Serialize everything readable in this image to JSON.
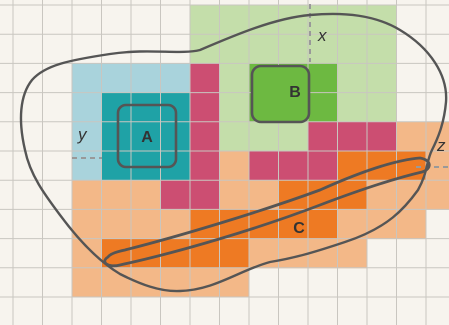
{
  "grid": {
    "columns": 16,
    "rows": 11,
    "background_color": "#f7f4ee",
    "line_color": "#c9c6c0"
  },
  "colors": {
    "light_blue": "#a9d3dc",
    "teal": "#1fa2a6",
    "light_green": "#c4deaa",
    "green": "#6db941",
    "pink": "#cc4e72",
    "light_orange": "#f3b888",
    "orange": "#ee7a23",
    "outline": "#555555",
    "axis_dash": "#999999"
  },
  "cells": [
    {
      "x": 6,
      "y": 0,
      "c": "light_green"
    },
    {
      "x": 7,
      "y": 0,
      "c": "light_green"
    },
    {
      "x": 8,
      "y": 0,
      "c": "light_green"
    },
    {
      "x": 9,
      "y": 0,
      "c": "light_green"
    },
    {
      "x": 10,
      "y": 0,
      "c": "light_green"
    },
    {
      "x": 11,
      "y": 0,
      "c": "light_green"
    },
    {
      "x": 12,
      "y": 0,
      "c": "light_green"
    },
    {
      "x": 6,
      "y": 1,
      "c": "light_green"
    },
    {
      "x": 7,
      "y": 1,
      "c": "light_green"
    },
    {
      "x": 8,
      "y": 1,
      "c": "light_green"
    },
    {
      "x": 9,
      "y": 1,
      "c": "light_green"
    },
    {
      "x": 10,
      "y": 1,
      "c": "light_green"
    },
    {
      "x": 11,
      "y": 1,
      "c": "light_green"
    },
    {
      "x": 12,
      "y": 1,
      "c": "light_green"
    },
    {
      "x": 2,
      "y": 2,
      "c": "light_blue"
    },
    {
      "x": 3,
      "y": 2,
      "c": "light_blue"
    },
    {
      "x": 4,
      "y": 2,
      "c": "light_blue"
    },
    {
      "x": 5,
      "y": 2,
      "c": "light_blue"
    },
    {
      "x": 6,
      "y": 2,
      "c": "pink"
    },
    {
      "x": 7,
      "y": 2,
      "c": "light_green"
    },
    {
      "x": 8,
      "y": 2,
      "c": "green"
    },
    {
      "x": 9,
      "y": 2,
      "c": "green"
    },
    {
      "x": 10,
      "y": 2,
      "c": "green"
    },
    {
      "x": 11,
      "y": 2,
      "c": "light_green"
    },
    {
      "x": 12,
      "y": 2,
      "c": "light_green"
    },
    {
      "x": 2,
      "y": 3,
      "c": "light_blue"
    },
    {
      "x": 3,
      "y": 3,
      "c": "teal"
    },
    {
      "x": 4,
      "y": 3,
      "c": "teal"
    },
    {
      "x": 5,
      "y": 3,
      "c": "teal"
    },
    {
      "x": 6,
      "y": 3,
      "c": "pink"
    },
    {
      "x": 7,
      "y": 3,
      "c": "light_green"
    },
    {
      "x": 8,
      "y": 3,
      "c": "green"
    },
    {
      "x": 9,
      "y": 3,
      "c": "green"
    },
    {
      "x": 10,
      "y": 3,
      "c": "green"
    },
    {
      "x": 11,
      "y": 3,
      "c": "light_green"
    },
    {
      "x": 12,
      "y": 3,
      "c": "light_green"
    },
    {
      "x": 2,
      "y": 4,
      "c": "light_blue"
    },
    {
      "x": 3,
      "y": 4,
      "c": "teal"
    },
    {
      "x": 4,
      "y": 4,
      "c": "teal"
    },
    {
      "x": 5,
      "y": 4,
      "c": "teal"
    },
    {
      "x": 6,
      "y": 4,
      "c": "pink"
    },
    {
      "x": 7,
      "y": 4,
      "c": "light_green"
    },
    {
      "x": 8,
      "y": 4,
      "c": "light_green"
    },
    {
      "x": 9,
      "y": 4,
      "c": "light_green"
    },
    {
      "x": 10,
      "y": 4,
      "c": "pink"
    },
    {
      "x": 11,
      "y": 4,
      "c": "pink"
    },
    {
      "x": 12,
      "y": 4,
      "c": "pink"
    },
    {
      "x": 13,
      "y": 4,
      "c": "light_orange"
    },
    {
      "x": 14,
      "y": 4,
      "c": "light_orange"
    },
    {
      "x": 2,
      "y": 5,
      "c": "light_blue"
    },
    {
      "x": 3,
      "y": 5,
      "c": "teal"
    },
    {
      "x": 4,
      "y": 5,
      "c": "teal"
    },
    {
      "x": 5,
      "y": 5,
      "c": "teal"
    },
    {
      "x": 6,
      "y": 5,
      "c": "pink"
    },
    {
      "x": 7,
      "y": 5,
      "c": "light_orange"
    },
    {
      "x": 8,
      "y": 5,
      "c": "pink"
    },
    {
      "x": 9,
      "y": 5,
      "c": "pink"
    },
    {
      "x": 10,
      "y": 5,
      "c": "pink"
    },
    {
      "x": 11,
      "y": 5,
      "c": "orange"
    },
    {
      "x": 12,
      "y": 5,
      "c": "orange"
    },
    {
      "x": 13,
      "y": 5,
      "c": "orange"
    },
    {
      "x": 14,
      "y": 5,
      "c": "light_orange"
    },
    {
      "x": 2,
      "y": 6,
      "c": "light_orange"
    },
    {
      "x": 3,
      "y": 6,
      "c": "light_orange"
    },
    {
      "x": 4,
      "y": 6,
      "c": "light_orange"
    },
    {
      "x": 5,
      "y": 6,
      "c": "pink"
    },
    {
      "x": 6,
      "y": 6,
      "c": "pink"
    },
    {
      "x": 7,
      "y": 6,
      "c": "light_orange"
    },
    {
      "x": 8,
      "y": 6,
      "c": "light_orange"
    },
    {
      "x": 9,
      "y": 6,
      "c": "orange"
    },
    {
      "x": 10,
      "y": 6,
      "c": "orange"
    },
    {
      "x": 11,
      "y": 6,
      "c": "orange"
    },
    {
      "x": 12,
      "y": 6,
      "c": "light_orange"
    },
    {
      "x": 13,
      "y": 6,
      "c": "light_orange"
    },
    {
      "x": 14,
      "y": 6,
      "c": "light_orange"
    },
    {
      "x": 2,
      "y": 7,
      "c": "light_orange"
    },
    {
      "x": 3,
      "y": 7,
      "c": "light_orange"
    },
    {
      "x": 4,
      "y": 7,
      "c": "light_orange"
    },
    {
      "x": 5,
      "y": 7,
      "c": "light_orange"
    },
    {
      "x": 6,
      "y": 7,
      "c": "orange"
    },
    {
      "x": 7,
      "y": 7,
      "c": "orange"
    },
    {
      "x": 8,
      "y": 7,
      "c": "orange"
    },
    {
      "x": 9,
      "y": 7,
      "c": "orange"
    },
    {
      "x": 10,
      "y": 7,
      "c": "orange"
    },
    {
      "x": 11,
      "y": 7,
      "c": "light_orange"
    },
    {
      "x": 12,
      "y": 7,
      "c": "light_orange"
    },
    {
      "x": 13,
      "y": 7,
      "c": "light_orange"
    },
    {
      "x": 2,
      "y": 8,
      "c": "light_orange"
    },
    {
      "x": 3,
      "y": 8,
      "c": "orange"
    },
    {
      "x": 4,
      "y": 8,
      "c": "orange"
    },
    {
      "x": 5,
      "y": 8,
      "c": "orange"
    },
    {
      "x": 6,
      "y": 8,
      "c": "orange"
    },
    {
      "x": 7,
      "y": 8,
      "c": "orange"
    },
    {
      "x": 8,
      "y": 8,
      "c": "light_orange"
    },
    {
      "x": 9,
      "y": 8,
      "c": "light_orange"
    },
    {
      "x": 10,
      "y": 8,
      "c": "light_orange"
    },
    {
      "x": 11,
      "y": 8,
      "c": "light_orange"
    },
    {
      "x": 2,
      "y": 9,
      "c": "light_orange"
    },
    {
      "x": 3,
      "y": 9,
      "c": "light_orange"
    },
    {
      "x": 4,
      "y": 9,
      "c": "light_orange"
    },
    {
      "x": 5,
      "y": 9,
      "c": "light_orange"
    },
    {
      "x": 6,
      "y": 9,
      "c": "light_orange"
    },
    {
      "x": 7,
      "y": 9,
      "c": "light_orange"
    }
  ],
  "labels": {
    "region_a": "A",
    "region_b": "B",
    "region_c": "C",
    "axis_x": "x",
    "axis_y": "y",
    "axis_z": "z"
  }
}
